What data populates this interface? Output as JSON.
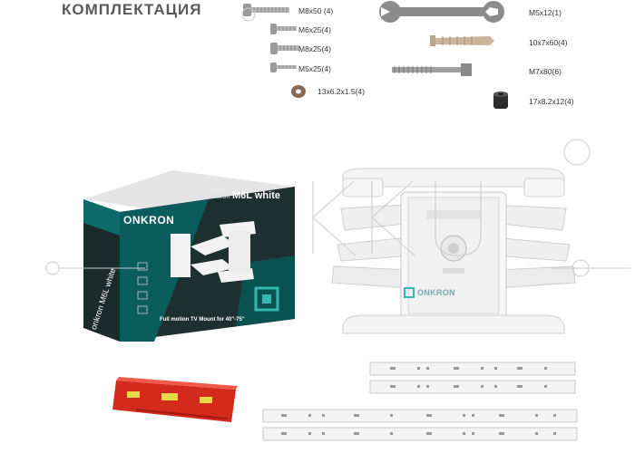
{
  "title": "КОМПЛЕКТАЦИЯ",
  "hardware": [
    {
      "name": "screw-m8x50",
      "label": "M8x50 (4)"
    },
    {
      "name": "screw-m6x25",
      "label": "M6x25(4)"
    },
    {
      "name": "screw-m8x25",
      "label": "M8x25(4)"
    },
    {
      "name": "screw-m5x25",
      "label": "M5x25(4)"
    },
    {
      "name": "washer",
      "label": "13x6.2x1.5(4)"
    },
    {
      "name": "wrench",
      "label": "M5x12(1)"
    },
    {
      "name": "anchor",
      "label": "10x7x60(4)"
    },
    {
      "name": "lag-bolt",
      "label": "M7x80(6)"
    },
    {
      "name": "spacer",
      "label": "17x8.2x12(4)"
    }
  ],
  "box": {
    "brand": "ONKRON",
    "brand_small": "onkron",
    "model": "M6L white",
    "spine_text": "onkron M6L white",
    "tagline": "Full motion TV Mount for 40\"-75\""
  },
  "mount": {
    "brand": "ONKRON"
  },
  "colors": {
    "teal": "#0f5a5a",
    "box_dark": "#1d2e2e",
    "level_red": "#d42a1d",
    "white_part": "#f4f4f4"
  }
}
